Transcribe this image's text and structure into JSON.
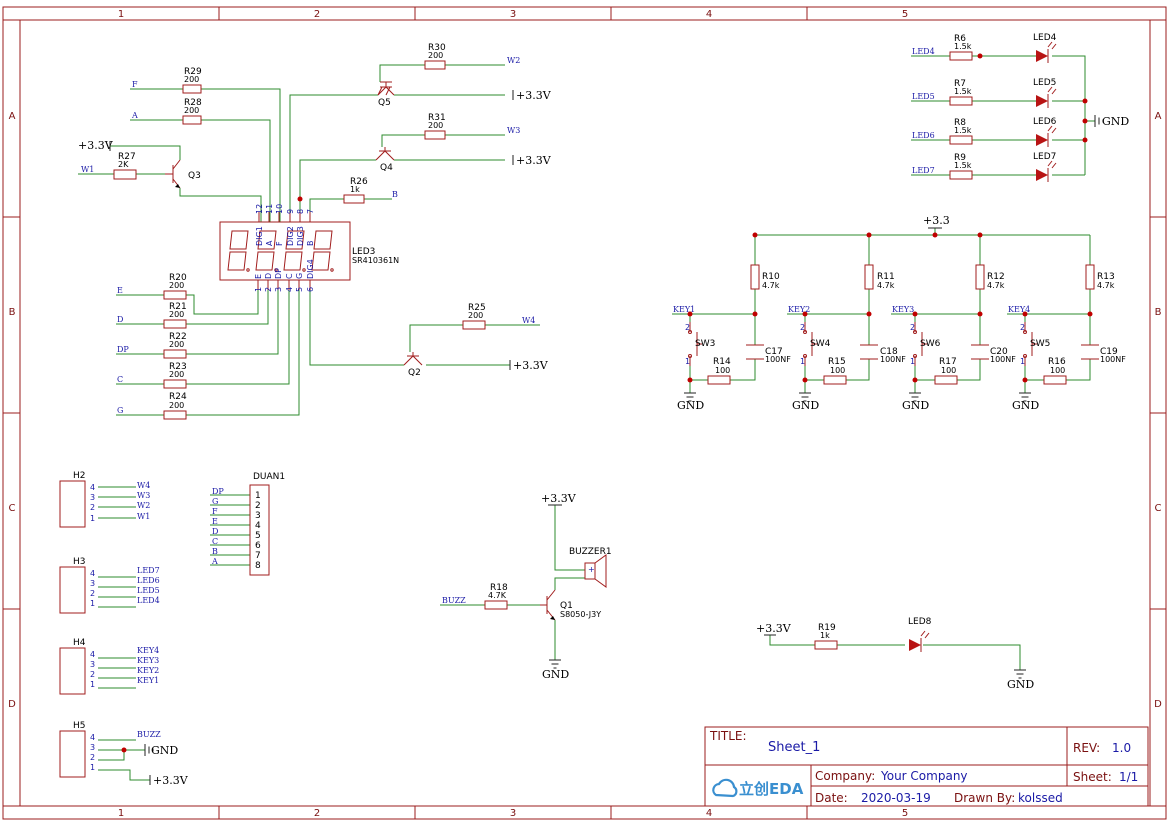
{
  "frame": {
    "columns": [
      "1",
      "2",
      "3",
      "4",
      "5"
    ],
    "rows": [
      "A",
      "B",
      "C",
      "D"
    ]
  },
  "title_block": {
    "title_label": "TITLE:",
    "title": "Sheet_1",
    "rev_label": "REV:",
    "rev": "1.0",
    "company_label": "Company:",
    "company": "Your Company",
    "sheet_label": "Sheet:",
    "sheet": "1/1",
    "date_label": "Date:",
    "date": "2020-03-19",
    "drawn_label": "Drawn By:",
    "drawn_by": "kolssed",
    "logo": "立创EDA"
  },
  "power": {
    "p33": "+3.3V",
    "p33s": "+3.3",
    "gnd": "GND"
  },
  "nets": {
    "F": "F",
    "A": "A",
    "E": "E",
    "D": "D",
    "DP": "DP",
    "C": "C",
    "G": "G",
    "B": "B",
    "W1": "W1",
    "W2": "W2",
    "W3": "W3",
    "W4": "W4",
    "LED4": "LED4",
    "LED5": "LED5",
    "LED6": "LED6",
    "LED7": "LED7",
    "KEY1": "KEY1",
    "KEY2": "KEY2",
    "KEY3": "KEY3",
    "KEY4": "KEY4",
    "BUZZ": "BUZZ"
  },
  "parts": {
    "R29": {
      "ref": "R29",
      "val": "200"
    },
    "R28": {
      "ref": "R28",
      "val": "200"
    },
    "R27": {
      "ref": "R27",
      "val": "2K"
    },
    "R20": {
      "ref": "R20",
      "val": "200"
    },
    "R21": {
      "ref": "R21",
      "val": "200"
    },
    "R22": {
      "ref": "R22",
      "val": "200"
    },
    "R23": {
      "ref": "R23",
      "val": "200"
    },
    "R24": {
      "ref": "R24",
      "val": "200"
    },
    "R30": {
      "ref": "R30",
      "val": "200"
    },
    "R31": {
      "ref": "R31",
      "val": "200"
    },
    "R26": {
      "ref": "R26",
      "val": "1k"
    },
    "R25": {
      "ref": "R25",
      "val": "200"
    },
    "R6": {
      "ref": "R6",
      "val": "1.5k"
    },
    "R7": {
      "ref": "R7",
      "val": "1.5k"
    },
    "R8": {
      "ref": "R8",
      "val": "1.5k"
    },
    "R9": {
      "ref": "R9",
      "val": "1.5k"
    },
    "R10": {
      "ref": "R10",
      "val": "4.7k"
    },
    "R11": {
      "ref": "R11",
      "val": "4.7k"
    },
    "R12": {
      "ref": "R12",
      "val": "4.7k"
    },
    "R13": {
      "ref": "R13",
      "val": "4.7k"
    },
    "R14": {
      "ref": "R14",
      "val": "100"
    },
    "R15": {
      "ref": "R15",
      "val": "100"
    },
    "R17": {
      "ref": "R17",
      "val": "100"
    },
    "R16": {
      "ref": "R16",
      "val": "100"
    },
    "R18": {
      "ref": "R18",
      "val": "4.7K"
    },
    "R19": {
      "ref": "R19",
      "val": "1k"
    },
    "C17": {
      "ref": "C17",
      "val": "100NF"
    },
    "C18": {
      "ref": "C18",
      "val": "100NF"
    },
    "C20": {
      "ref": "C20",
      "val": "100NF"
    },
    "C19": {
      "ref": "C19",
      "val": "100NF"
    },
    "Q1": {
      "ref": "Q1",
      "val": "S8050-J3Y"
    },
    "Q2": {
      "ref": "Q2"
    },
    "Q3": {
      "ref": "Q3"
    },
    "Q4": {
      "ref": "Q4"
    },
    "Q5": {
      "ref": "Q5"
    },
    "LED3": {
      "ref": "LED3",
      "val": "SR410361N"
    },
    "LED4": {
      "ref": "LED4"
    },
    "LED5": {
      "ref": "LED5"
    },
    "LED6": {
      "ref": "LED6"
    },
    "LED7": {
      "ref": "LED7"
    },
    "LED8": {
      "ref": "LED8"
    },
    "SW3": {
      "ref": "SW3"
    },
    "SW4": {
      "ref": "SW4"
    },
    "SW6": {
      "ref": "SW6"
    },
    "SW5": {
      "ref": "SW5"
    },
    "BUZZER1": {
      "ref": "BUZZER1"
    },
    "H2": {
      "ref": "H2"
    },
    "H3": {
      "ref": "H3"
    },
    "H4": {
      "ref": "H4"
    },
    "H5": {
      "ref": "H5"
    },
    "DUAN1": {
      "ref": "DUAN1"
    }
  },
  "display_pins": {
    "top_numbers": [
      "12",
      "11",
      "10",
      "9",
      "8",
      "7"
    ],
    "top_names": [
      "DIG1",
      "A",
      "F",
      "DIG2",
      "DIG3",
      "B"
    ],
    "bottom_numbers": [
      "1",
      "2",
      "3",
      "4",
      "5",
      "6"
    ],
    "bottom_names": [
      "E",
      "D",
      "DP",
      "C",
      "G",
      "DIG4"
    ]
  },
  "duan_pins": {
    "numbers": [
      "1",
      "2",
      "3",
      "4",
      "5",
      "6",
      "7",
      "8"
    ],
    "nets": [
      "DP",
      "G",
      "F",
      "E",
      "D",
      "C",
      "B",
      "A"
    ]
  },
  "header_pins": [
    "4",
    "3",
    "2",
    "1"
  ],
  "switch_pins": [
    "2",
    "1"
  ],
  "buzzer_plus": "+"
}
